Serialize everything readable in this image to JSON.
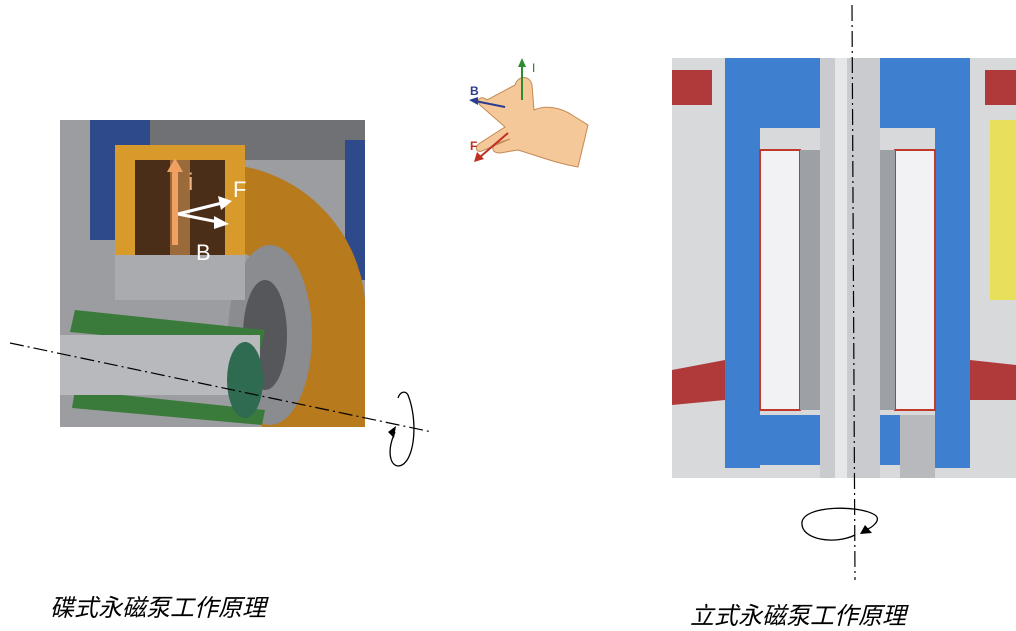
{
  "left_figure": {
    "label_current": "i",
    "label_force": "F",
    "label_field": "B",
    "caption": "碟式永磁泵工作原理"
  },
  "hand_rule": {
    "label_current": "I",
    "label_field": "B",
    "label_force": "F"
  },
  "right_figure": {
    "caption": "立式永磁泵工作原理"
  },
  "colors": {
    "orange_disc": "#b77a1c",
    "copper": "#d89a2a",
    "green_plate": "#3a7a3a",
    "blue_housing": "#3f7fd0",
    "red_trim": "#c0392b",
    "grey_metal": "#b7b9bc"
  }
}
